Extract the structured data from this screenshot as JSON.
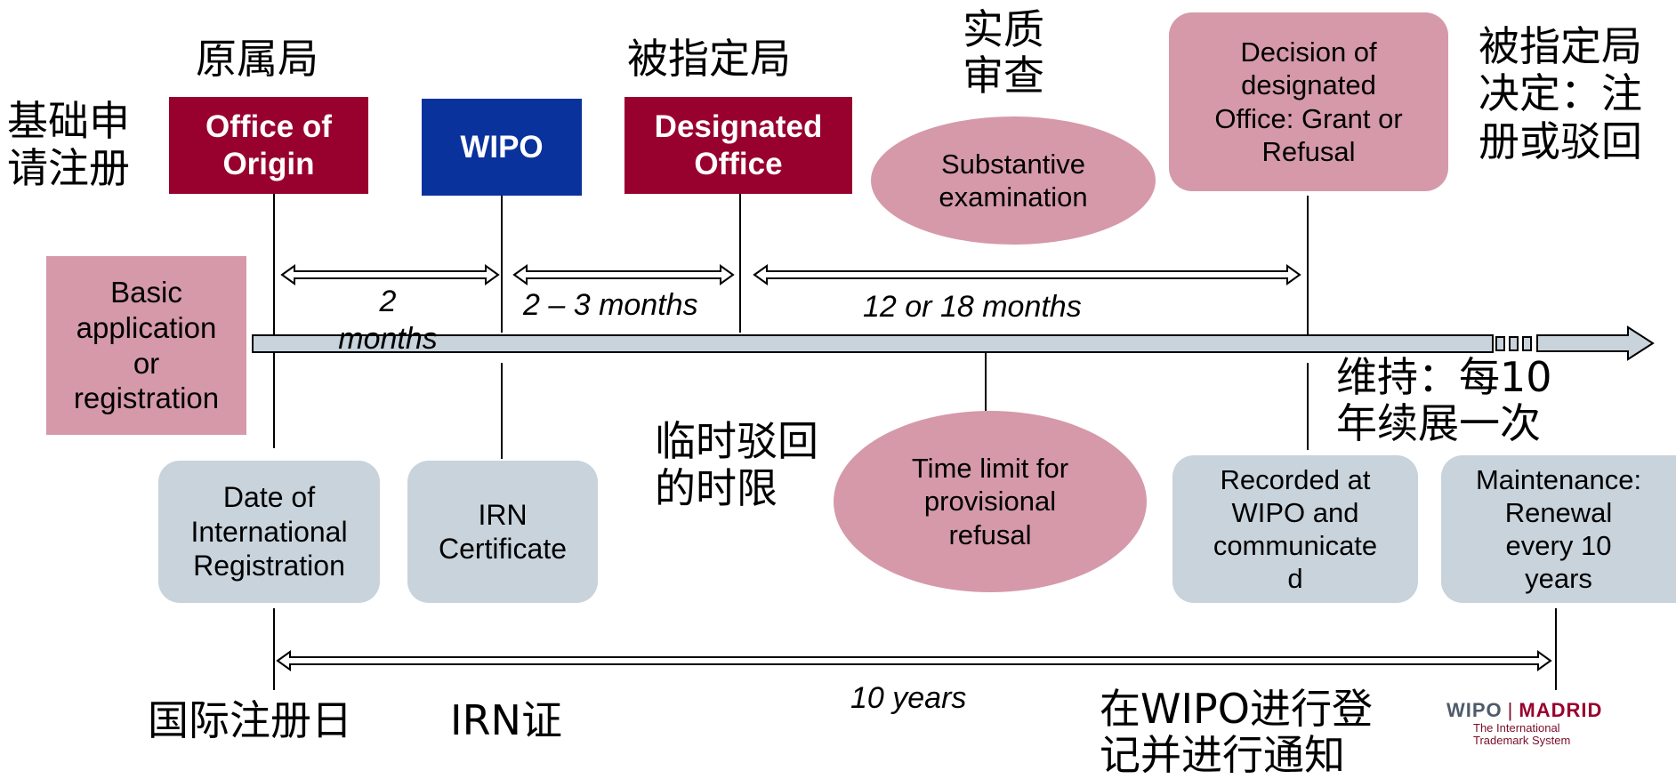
{
  "boxes": {
    "office_of_origin": "Office of\nOrigin",
    "wipo": "WIPO",
    "designated_office": "Designated\nOffice",
    "substantive_examination": "Substantive\nexamination",
    "decision": "Decision of\ndesignated\nOffice: Grant or\nRefusal",
    "basic_application": "Basic\napplication\nor\nregistration",
    "date_of_ir": "Date of\nInternational\nRegistration",
    "irn_certificate": "IRN\nCertificate",
    "time_limit": "Time limit for\nprovisional\nrefusal",
    "recorded": "Recorded at\nWIPO and\ncommunicate\nd",
    "maintenance": "Maintenance:\nRenewal\nevery 10\nyears"
  },
  "periods": {
    "two_months": "2\nmonths",
    "two_three_months": "2 – 3 months",
    "twelve_eighteen": "12 or 18 months",
    "ten_years": "10 years"
  },
  "chinese": {
    "origin_office": "原属局",
    "designated_office": "被指定局",
    "substantive": "实质\n审查",
    "decision": "被指定局\n决定：注\n册或驳回",
    "basic": "基础申\n请注册",
    "provisional": "临时驳回\n的时限",
    "maintenance": "维持：每10\n年续展一次",
    "ir_date": "国际注册日",
    "irn": "IRN证",
    "recorded": "在WIPO进行登\n记并进行通知"
  },
  "logo": {
    "wipo": "WIPO",
    "madrid": "MADRID",
    "subtitle": "The International\nTrademark System"
  },
  "colors": {
    "dark_red": "#98002e",
    "blue": "#0a329c",
    "pink": "#d599aa",
    "grey": "#c8d3dc",
    "timeline": "#c8d3dc"
  }
}
